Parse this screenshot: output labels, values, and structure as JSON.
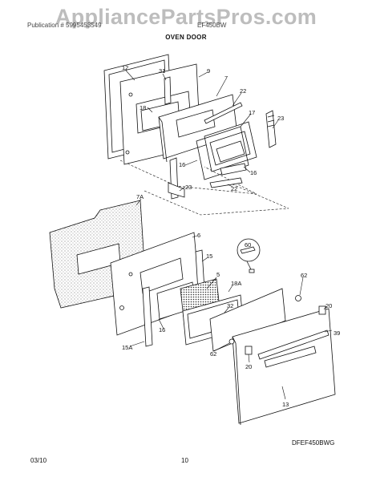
{
  "watermark": "AppliancePartsPros.com",
  "header": {
    "left": "Publication # 5995453549",
    "right": "EF450BW"
  },
  "section_title": "OVEN DOOR",
  "diagram_code": "DFEF450BWG",
  "footer": {
    "date": "03/10",
    "page": "10"
  },
  "callouts": {
    "c12": "12",
    "c31": "31",
    "c9": "9",
    "c7": "7",
    "c18": "18",
    "c22a": "22",
    "c17": "17",
    "c23a": "23",
    "c16a": "16",
    "c16b": "16",
    "c23b": "23",
    "c22b": "22",
    "c7a": "7A",
    "c6": "6",
    "c60": "60",
    "c15": "15",
    "c5": "5",
    "c18a": "18A",
    "c62a": "62",
    "c32": "32",
    "c20a": "20",
    "c39": "39",
    "c16c": "16",
    "c15a": "15A",
    "c62b": "62",
    "c20b": "20",
    "c13": "13"
  }
}
